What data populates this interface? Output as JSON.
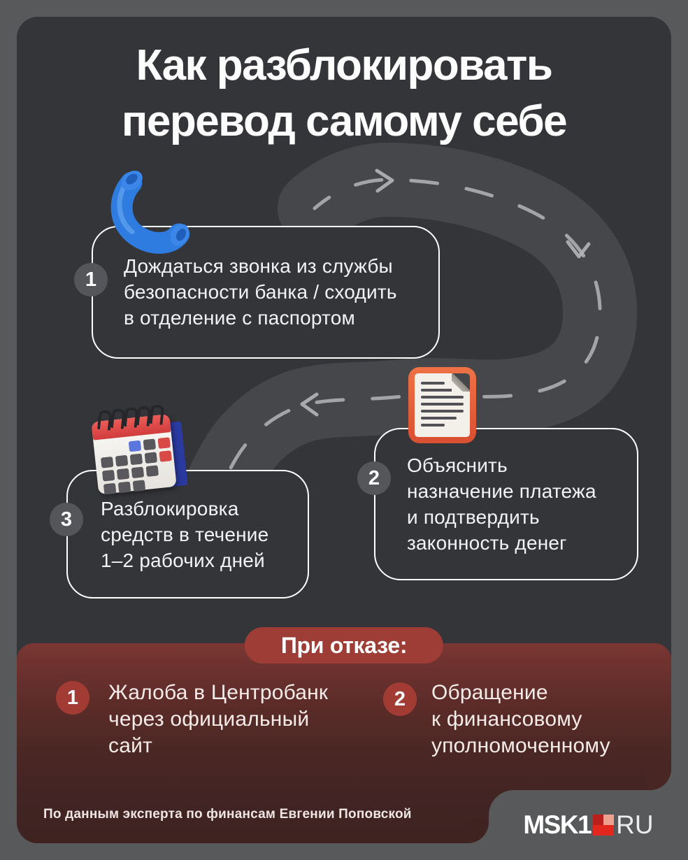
{
  "title": {
    "line1": "Как разблокировать",
    "line2": "перевод самому себе"
  },
  "steps": [
    {
      "number": "1",
      "icon": "phone-handset-icon",
      "lines": [
        "Дождаться звонка из службы",
        "безопасности банка / сходить",
        "в отделение с паспортом"
      ]
    },
    {
      "number": "2",
      "icon": "document-icon",
      "lines": [
        "Объяснить",
        "назначение платежа",
        "и подтвердить",
        "законность денег"
      ]
    },
    {
      "number": "3",
      "icon": "calendar-icon",
      "lines": [
        "Разблокировка",
        "средств в течение",
        "1–2 рабочих дней"
      ]
    }
  ],
  "refusal": {
    "header": "При отказе:",
    "items": [
      {
        "number": "1",
        "lines": [
          "Жалоба в Центробанк",
          "через официальный",
          "сайт"
        ]
      },
      {
        "number": "2",
        "lines": [
          "Обращение",
          "к финансовому",
          "уполномоченному"
        ]
      }
    ]
  },
  "footer": {
    "source": "По данным эксперта по финансам Евгении Поповской",
    "logo": {
      "part1": "MSK1",
      "part2": "RU"
    }
  },
  "colors": {
    "background_outer": "#58595b",
    "card_background": "#343539",
    "road": "#46474b",
    "road_dashes": "#b4b5b7",
    "accent_red_pill": "#9e3c36",
    "panel_red_top": "#7c3733",
    "panel_dark_bottom": "#3e2321",
    "step_badge_gray": "#55565a",
    "refusal_badge_red": "#a23b33",
    "phone_blue": "#2e7ce0",
    "document_orange": "#e2593b",
    "calendar_red": "#d94b4b",
    "logo_red": "#e3261e",
    "text_white": "#ffffff"
  }
}
